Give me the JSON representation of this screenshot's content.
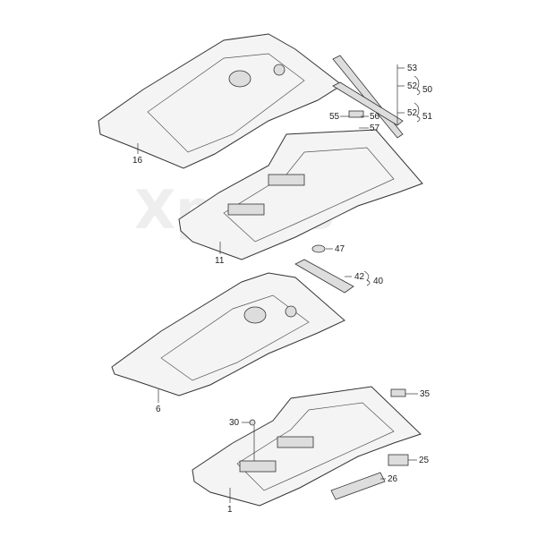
{
  "watermark": "Xparts",
  "labels": {
    "p1": "1",
    "p6": "6",
    "p11": "11",
    "p16": "16",
    "p25": "25",
    "p26": "26",
    "p30": "30",
    "p35": "35",
    "p40": "40",
    "p42": "42",
    "p47": "47",
    "p50": "50",
    "p51": "51",
    "p52a": "52",
    "p52b": "52",
    "p53": "53",
    "p55": "55",
    "p56": "56",
    "p57": "57"
  }
}
